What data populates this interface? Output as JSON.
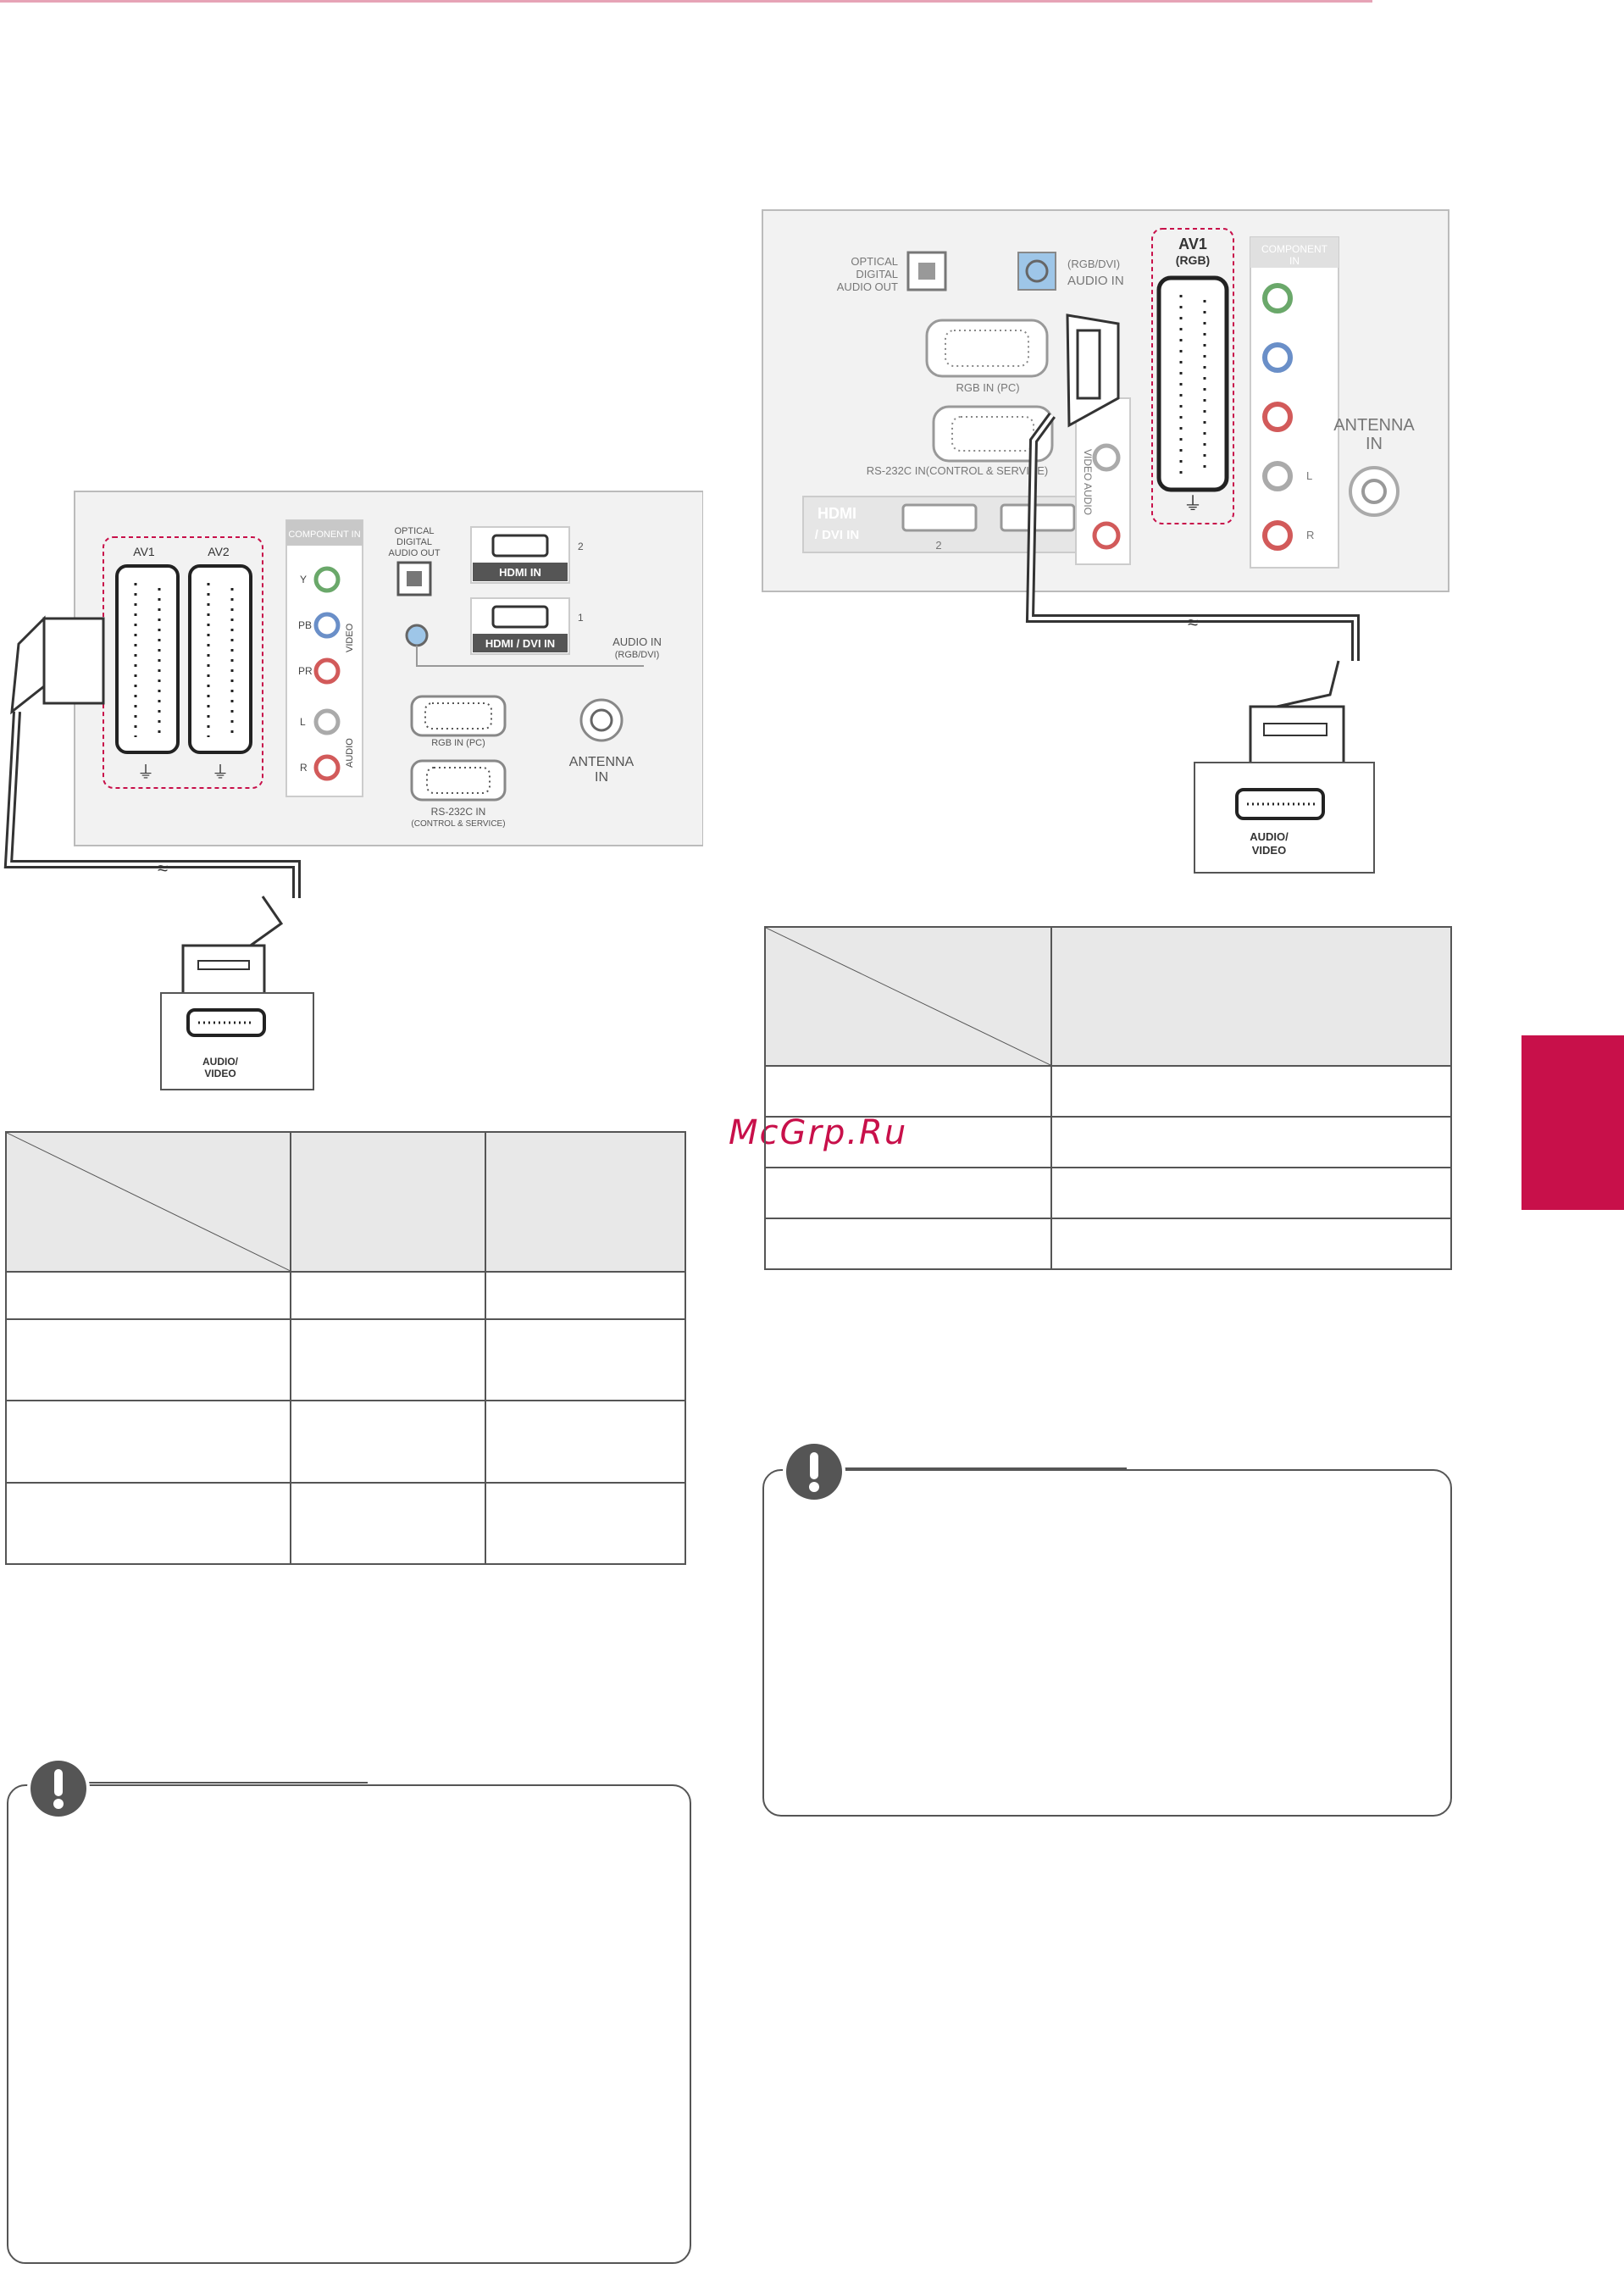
{
  "watermark": "McGrp.Ru",
  "colors": {
    "accent": "#c8104a",
    "panel": "#f2f2f2",
    "table_header": "#e8e8e8"
  },
  "figure_left": {
    "av1": "AV1",
    "av2": "AV2",
    "component_in": "COMPONENT IN",
    "y": "Y",
    "pb": "PB",
    "pr": "PR",
    "l": "L",
    "r": "R",
    "video": "VIDEO",
    "audio": "AUDIO",
    "optical_1": "OPTICAL",
    "optical_2": "DIGITAL",
    "optical_3": "AUDIO OUT",
    "hdmi_in": "HDMI IN",
    "hdmi_dvi_in": "HDMI / DVI IN",
    "port_2": "2",
    "port_1": "1",
    "audio_in_1": "AUDIO IN",
    "audio_in_2": "(RGB/DVI)",
    "rgb_in": "RGB IN (PC)",
    "rs232_1": "RS-232C IN",
    "rs232_2": "(CONTROL & SERVICE)",
    "antenna_1": "ANTENNA",
    "antenna_2": "IN",
    "device_1": "AUDIO/",
    "device_2": "VIDEO"
  },
  "figure_right": {
    "optical_1": "OPTICAL",
    "optical_2": "DIGITAL",
    "optical_3": "AUDIO OUT",
    "audio_in_1": "(RGB/DVI)",
    "audio_in_2": "AUDIO IN",
    "rgb_in": "RGB IN (PC)",
    "rs232": "RS-232C IN(CONTROL & SERVICE)",
    "av1": "AV1",
    "rgb": "(RGB)",
    "component_1": "COMPONENT",
    "component_2": "IN",
    "video": "VIDEO",
    "audio": "AUDIO",
    "l": "L",
    "r": "R",
    "antenna_1": "ANTENNA",
    "antenna_2": "IN",
    "hdmi_1": "HDMI",
    "hdmi_2": "/ DVI IN",
    "port_2": "2",
    "device_1": "AUDIO/",
    "device_2": "VIDEO"
  }
}
